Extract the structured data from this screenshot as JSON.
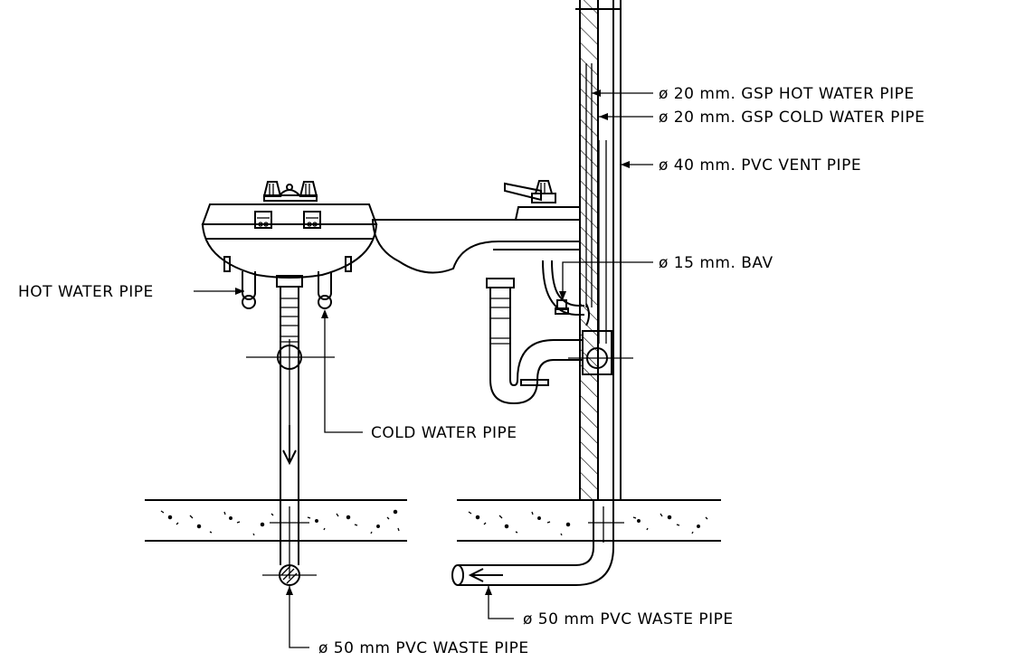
{
  "labels": {
    "hot_water_pipe_left": "HOT WATER PIPE",
    "cold_water_pipe_left": "COLD WATER PIPE",
    "waste_pipe_left": "ø 50 mm PVC WASTE PIPE",
    "gsp_hot": "ø 20 mm. GSP HOT WATER PIPE",
    "gsp_cold": "ø 20 mm. GSP COLD WATER PIPE",
    "vent_pipe": "ø 40 mm. PVC VENT PIPE",
    "bav": "ø 15 mm. BAV",
    "waste_pipe_right": "ø 50 mm PVC WASTE PIPE"
  }
}
